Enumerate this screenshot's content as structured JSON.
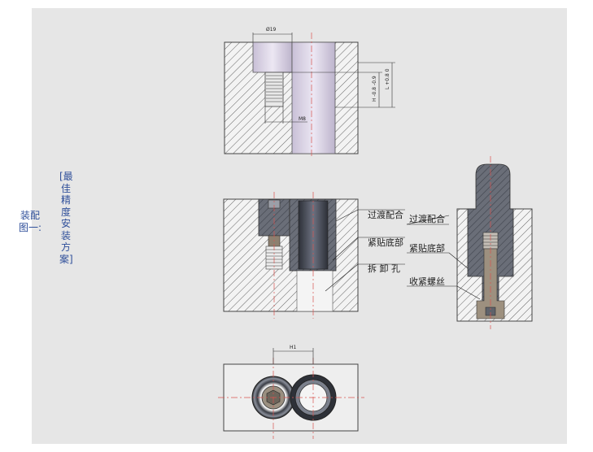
{
  "side_title": {
    "line1": "装配",
    "line2": "图一:"
  },
  "vertical_title": "[最佳精度安装方案]",
  "top_view": {
    "dim_diameter": "Ø19",
    "dim_thread": "M8",
    "dim_h": "H -0.8 -0.9",
    "dim_l": "L +0.8 0"
  },
  "mid_view": {
    "label_transition_fit": "过渡配合",
    "label_bottom_contact": "紧贴底部",
    "label_removal_hole": "拆 卸 孔"
  },
  "right_view": {
    "label_transition_fit": "过渡配合",
    "label_bottom_contact": "紧贴底部",
    "label_tighten_screw": "收紧螺丝"
  },
  "bottom_view": {
    "dim_h1": "H1"
  },
  "colors": {
    "accent": "#2f4f9a",
    "center_line": "#d9534f",
    "metal_dark": "#555a66",
    "bushing": "#cfc6dc"
  }
}
